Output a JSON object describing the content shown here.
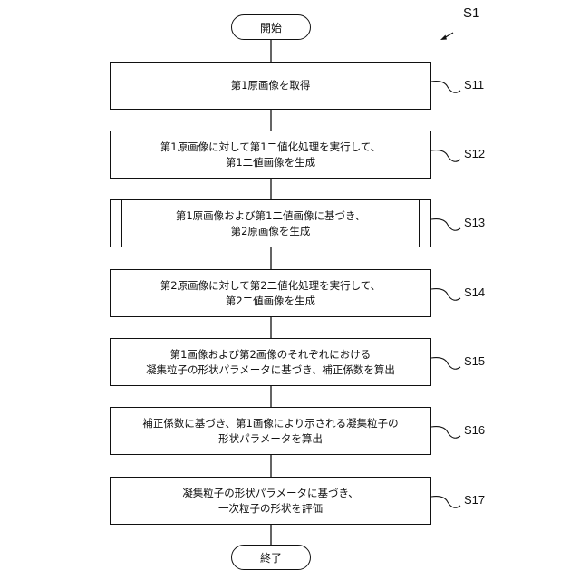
{
  "diagram": {
    "figure_label": "S1",
    "start_label": "開始",
    "end_label": "終了",
    "steps": [
      {
        "id": "S11",
        "lines": [
          "第1原画像を取得"
        ],
        "subroutine": false
      },
      {
        "id": "S12",
        "lines": [
          "第1原画像に対して第1二値化処理を実行して、",
          "第1二値画像を生成"
        ],
        "subroutine": false
      },
      {
        "id": "S13",
        "lines": [
          "第1原画像および第1二値画像に基づき、",
          "第2原画像を生成"
        ],
        "subroutine": true
      },
      {
        "id": "S14",
        "lines": [
          "第2原画像に対して第2二値化処理を実行して、",
          "第2二値画像を生成"
        ],
        "subroutine": false
      },
      {
        "id": "S15",
        "lines": [
          "第1画像および第2画像のそれぞれにおける",
          "凝集粒子の形状パラメータに基づき、補正係数を算出"
        ],
        "subroutine": false
      },
      {
        "id": "S16",
        "lines": [
          "補正係数に基づき、第1画像により示される凝集粒子の",
          "形状パラメータを算出"
        ],
        "subroutine": false
      },
      {
        "id": "S17",
        "lines": [
          "凝集粒子の形状パラメータに基づき、",
          "一次粒子の形状を評価"
        ],
        "subroutine": false
      }
    ]
  }
}
